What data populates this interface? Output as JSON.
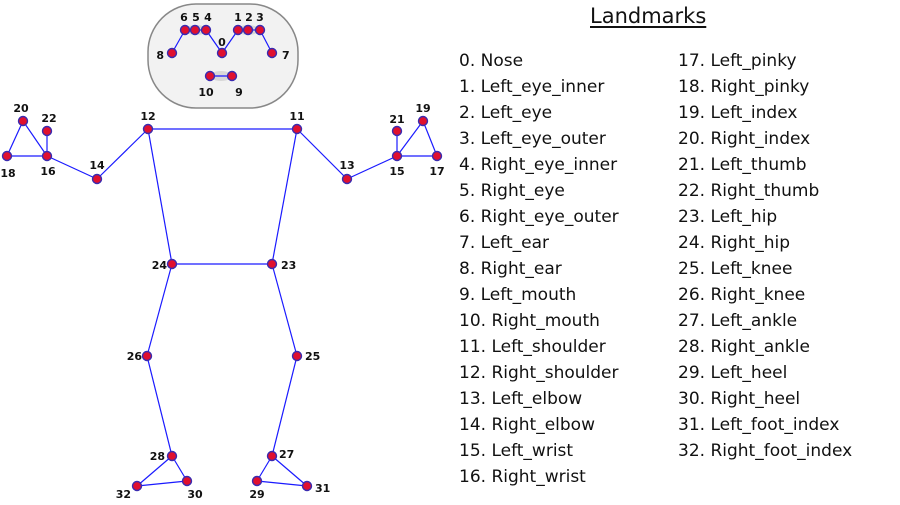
{
  "title": "Landmarks",
  "colors": {
    "bone": "#1a1aff",
    "joint_fill": "#e0102f",
    "joint_ring": "#3a2bb0",
    "head_outline": "#888888",
    "head_fill": "#f2f2f2",
    "eye_mouth": "#d8d8d8",
    "text": "#111111"
  },
  "landmarks": [
    "0. Nose",
    "1. Left_eye_inner",
    "2. Left_eye",
    "3. Left_eye_outer",
    "4. Right_eye_inner",
    "5. Right_eye",
    "6. Right_eye_outer",
    "7. Left_ear",
    "8. Right_ear",
    "9. Left_mouth",
    "10. Right_mouth",
    "11. Left_shoulder",
    "12. Right_shoulder",
    "13. Left_elbow",
    "14. Right_elbow",
    "15. Left_wrist",
    "16. Right_wrist",
    "17. Left_pinky",
    "18. Right_pinky",
    "19. Left_index",
    "20. Right_index",
    "21. Left_thumb",
    "22. Right_thumb",
    "23. Left_hip",
    "24. Right_hip",
    "25. Left_knee",
    "26. Right_knee",
    "27. Left_ankle",
    "28. Right_ankle",
    "29. Left_heel",
    "30. Right_heel",
    "31. Left_foot_index",
    "32. Right_foot_index"
  ],
  "point_numbers": [
    "0",
    "1",
    "2",
    "3",
    "4",
    "5",
    "6",
    "7",
    "8",
    "9",
    "10",
    "11",
    "12",
    "13",
    "14",
    "15",
    "16",
    "17",
    "18",
    "19",
    "20",
    "21",
    "22",
    "23",
    "24",
    "25",
    "26",
    "27",
    "28",
    "29",
    "30",
    "31",
    "32"
  ],
  "connections": [
    [
      0,
      1
    ],
    [
      1,
      2
    ],
    [
      2,
      3
    ],
    [
      3,
      7
    ],
    [
      0,
      4
    ],
    [
      4,
      5
    ],
    [
      5,
      6
    ],
    [
      6,
      8
    ],
    [
      9,
      10
    ],
    [
      11,
      12
    ],
    [
      11,
      13
    ],
    [
      13,
      15
    ],
    [
      15,
      17
    ],
    [
      15,
      19
    ],
    [
      15,
      21
    ],
    [
      17,
      19
    ],
    [
      12,
      14
    ],
    [
      14,
      16
    ],
    [
      16,
      18
    ],
    [
      16,
      20
    ],
    [
      16,
      22
    ],
    [
      18,
      20
    ],
    [
      11,
      23
    ],
    [
      12,
      24
    ],
    [
      23,
      24
    ],
    [
      23,
      25
    ],
    [
      24,
      26
    ],
    [
      25,
      27
    ],
    [
      26,
      28
    ],
    [
      27,
      29
    ],
    [
      28,
      30
    ],
    [
      29,
      31
    ],
    [
      30,
      32
    ],
    [
      27,
      31
    ],
    [
      28,
      32
    ]
  ]
}
